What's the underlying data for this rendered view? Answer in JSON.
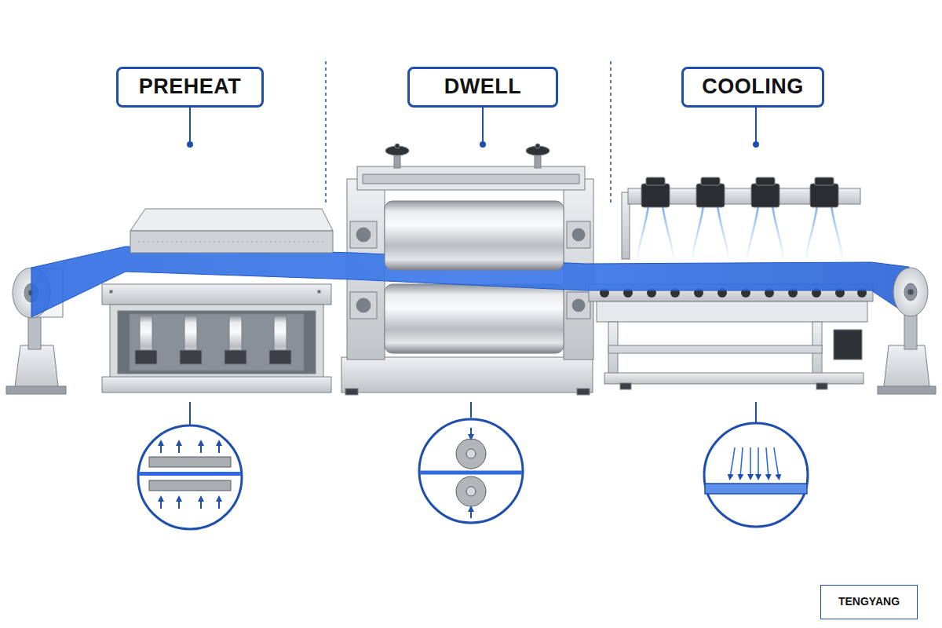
{
  "diagram": {
    "nodes": [
      {
        "text": [
          "PREHEAT"
        ]
      },
      {
        "text": [
          "DWELL"
        ]
      },
      {
        "text": [
          "COOLING"
        ]
      },
      {
        "text": [
          "TENGYANG"
        ]
      }
    ]
  }
}
